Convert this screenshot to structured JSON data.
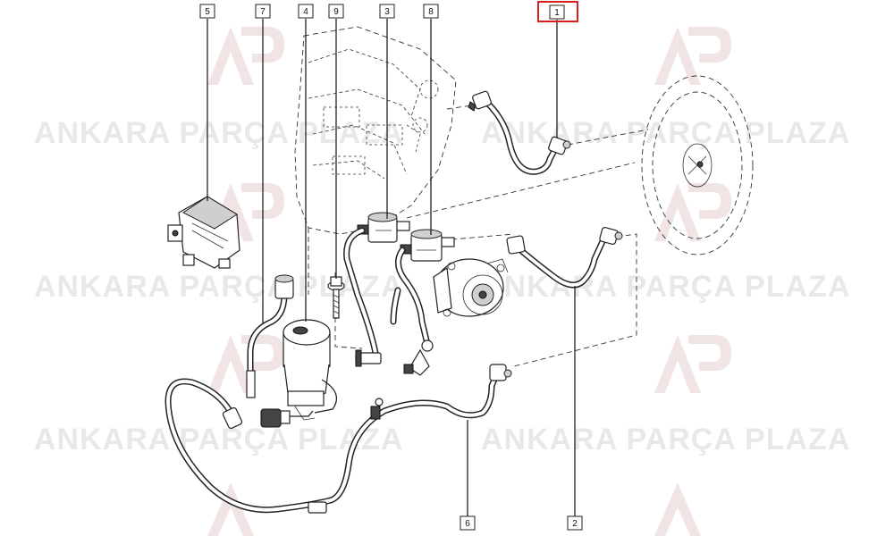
{
  "callouts": [
    {
      "id": "5",
      "label": "5"
    },
    {
      "id": "7",
      "label": "7"
    },
    {
      "id": "4",
      "label": "4"
    },
    {
      "id": "9",
      "label": "9"
    },
    {
      "id": "3",
      "label": "3"
    },
    {
      "id": "8",
      "label": "8"
    },
    {
      "id": "1",
      "label": "1"
    },
    {
      "id": "6",
      "label": "6"
    },
    {
      "id": "2",
      "label": "2"
    }
  ],
  "watermark": {
    "text": "ANKARA PARÇA PLAZA",
    "color": "#e8e8e8",
    "logo_color": "#f1e4e4"
  },
  "highlight": {
    "callout": "1",
    "color": "#d42020"
  }
}
